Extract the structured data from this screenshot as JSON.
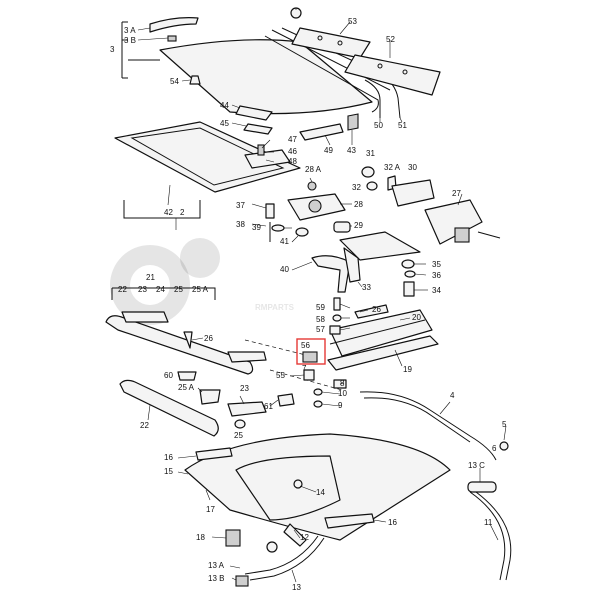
{
  "watermark": {
    "text": "RMPARTS"
  },
  "labels": {
    "l3A": "3 A",
    "l3B": "3 B",
    "l3": "3",
    "l54": "54",
    "l53": "53",
    "l52": "52",
    "l50": "50",
    "l51": "51",
    "l44": "44",
    "l45": "45",
    "l47": "47",
    "l46": "46",
    "l48": "48",
    "l49": "49",
    "l43": "43",
    "l42": "42",
    "l2": "2",
    "l28A": "28 A",
    "l31": "31",
    "l32A": "32 A",
    "l30": "30",
    "l32": "32",
    "l37": "37",
    "l28": "28",
    "l27": "27",
    "l38": "38",
    "l39": "39",
    "l29": "29",
    "l41": "41",
    "l40": "40",
    "l35": "35",
    "l36": "36",
    "l33": "33",
    "l34": "34",
    "l21": "21",
    "l22a": "22",
    "l23a": "23",
    "l24": "24",
    "l25a": "25",
    "l25A": "25 A",
    "l59": "59",
    "l26a": "26",
    "l58": "58",
    "l20": "20",
    "l57": "57",
    "l26b": "26",
    "l56": "56",
    "l19": "19",
    "l55": "55",
    "l60": "60",
    "l7": "7",
    "l8": "8",
    "l10": "10",
    "l9": "9",
    "l25Ab": "25 A",
    "l23b": "23",
    "l61": "61",
    "l4": "4",
    "l22b": "22",
    "l25b": "25",
    "l5": "5",
    "l6": "6",
    "l16a": "16",
    "l15": "15",
    "l13C": "13 C",
    "l14": "14",
    "l17": "17",
    "l16b": "16",
    "l11": "11",
    "l18": "18",
    "l12": "12",
    "l13A": "13 A",
    "l13B": "13 B",
    "l13": "13"
  }
}
